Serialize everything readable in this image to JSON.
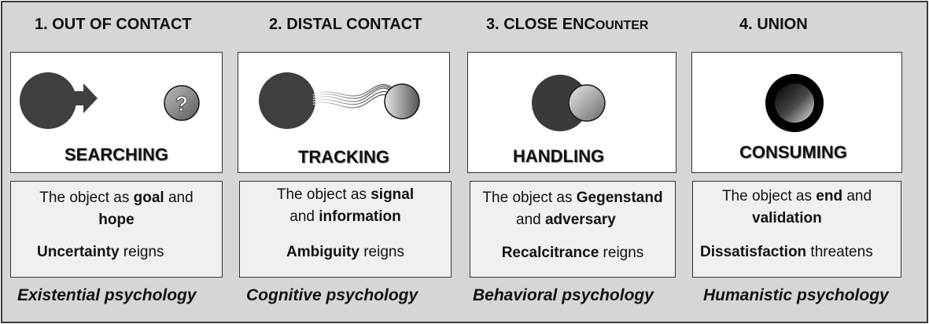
{
  "columns": [
    {
      "title": "1. OUT OF CONTACT",
      "stage": "SEARCHING",
      "question_mark": "?",
      "desc_line1_a": "The object as ",
      "desc_line1_b": "goal",
      "desc_line1_c": " and",
      "desc_line2_a": "hope",
      "desc_line2_b": "",
      "desc_line3_a": "Uncertainty",
      "desc_line3_b": " reigns",
      "psychology": "Existential psychology"
    },
    {
      "title": "2. DISTAL CONTACT",
      "stage": "TRACKING",
      "desc_line1_a": "The object as ",
      "desc_line1_b": "signal",
      "desc_line1_c": "",
      "desc_line2_a": "and ",
      "desc_line2_b": "information",
      "desc_line3_a": "Ambiguity",
      "desc_line3_b": " reigns",
      "psychology": "Cognitive psychology"
    },
    {
      "title_main": "3. CLOSE ENC",
      "title_small": "OUNTER",
      "stage": "HANDLING",
      "desc_line1_a": "The object as ",
      "desc_line1_b": "Gegenstand",
      "desc_line1_c": "",
      "desc_line2_a": "and ",
      "desc_line2_b": "adversary",
      "desc_line3_a": "Recalcitrance",
      "desc_line3_b": " reigns",
      "psychology": "Behavioral psychology"
    },
    {
      "title": "4. UNION",
      "stage": "CONSUMING",
      "desc_line1_a": "The object as ",
      "desc_line1_b": "end",
      "desc_line1_c": " and",
      "desc_line2_a": "validation",
      "desc_line2_b": "",
      "desc_line3_a": "Dissatisfaction",
      "desc_line3_b": " threatens",
      "psychology": "Humanistic psychology"
    }
  ],
  "colors": {
    "background": "#d6d6d6",
    "dark_circle": "#3f3f3f",
    "panel": "#ffffff",
    "desc_panel": "#f0f0f0"
  },
  "icons": [
    "arrow-icon",
    "question-mark-icon",
    "wavy-trail-icon",
    "overlapping-circles-icon",
    "ring-icon"
  ]
}
